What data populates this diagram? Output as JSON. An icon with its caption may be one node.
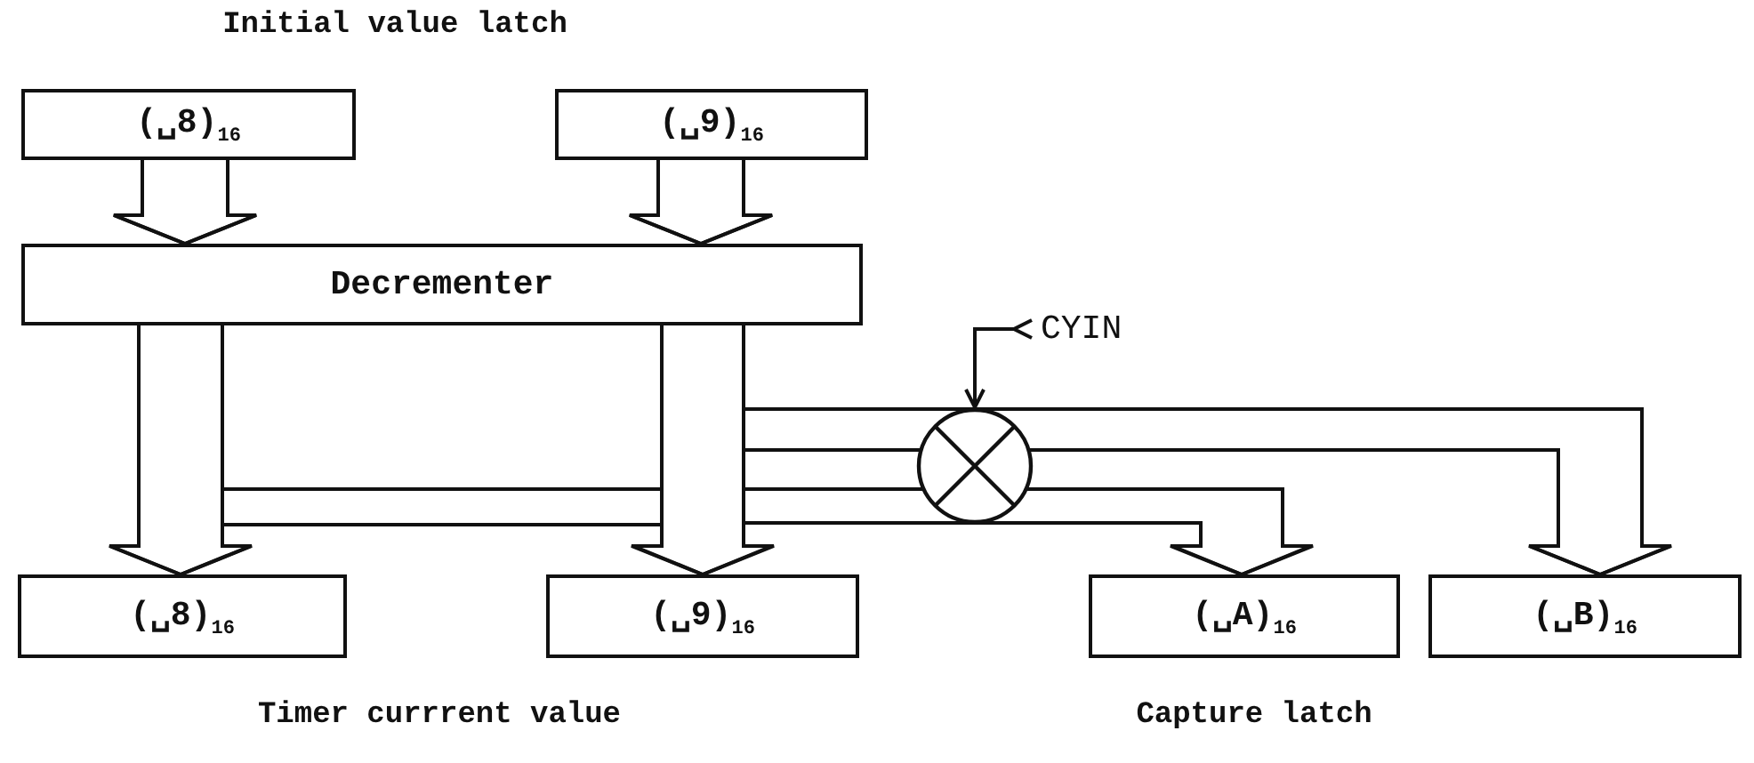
{
  "diagram": {
    "nodes": [
      {
        "text": [
          "(␣8)$_{16}$"
        ]
      },
      {
        "text": [
          "(␣9)$_{16}$"
        ]
      },
      {
        "text": [
          "Decrementer"
        ]
      },
      {
        "text": [
          "CYIN"
        ]
      },
      {
        "text": [],
        "shape": "circle"
      },
      {
        "text": [
          "(␣8)$_{16}$"
        ]
      },
      {
        "text": [
          "(␣9)$_{16}$"
        ]
      },
      {
        "text": [
          "(␣A)$_{16}$"
        ]
      },
      {
        "text": [
          "(␣B)$_{16}$"
        ]
      }
    ],
    "edges": [
      {
        "from": 0,
        "to": 2,
        "arrow": "to"
      },
      {
        "from": 1,
        "to": 2,
        "arrow": "to"
      },
      {
        "from": 2,
        "to": 5,
        "arrow": "to"
      },
      {
        "from": 2,
        "to": 6,
        "arrow": "to"
      },
      {
        "from": 2,
        "to": 4,
        "arrow": "none"
      },
      {
        "from": 4,
        "to": 7,
        "arrow": "to"
      },
      {
        "from": 4,
        "to": 8,
        "arrow": "to"
      },
      {
        "from": 3,
        "to": 4,
        "arrow": "to"
      }
    ],
    "labels": [
      "Initial value latch",
      "Timer currrent value",
      "Capture latch"
    ]
  }
}
